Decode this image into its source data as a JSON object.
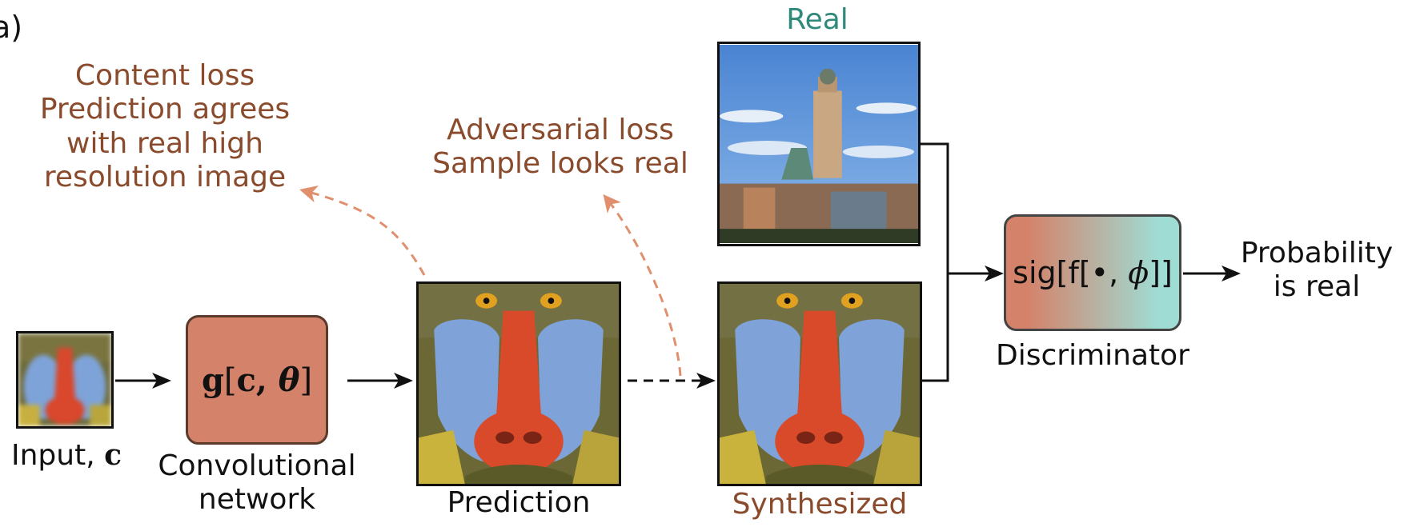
{
  "panel_label": "a)",
  "content_loss": {
    "lines": [
      "Content loss",
      "Prediction agrees",
      "with real high",
      "resolution image"
    ]
  },
  "adversarial_loss": {
    "lines": [
      "Adversarial loss",
      "Sample looks real"
    ]
  },
  "input_label": {
    "text": "Input, ",
    "var": "c"
  },
  "generator": {
    "math_fn": "g",
    "math_open": "[",
    "math_args": "c, ",
    "math_theta": "θ",
    "math_close": "]",
    "label_lines": [
      "Convolutional",
      "network"
    ]
  },
  "prediction_label": "Prediction",
  "real_label": "Real",
  "synthesized_label": "Synthesized",
  "discriminator": {
    "text": "sig[f[•, ",
    "phi": "ϕ",
    "close": "]]",
    "label": "Discriminator"
  },
  "output": {
    "lines": [
      "Probability",
      "is real"
    ]
  },
  "colors": {
    "brown": "#8a4a2c",
    "teal": "#2f8a7c",
    "box_orange": "#d4826a",
    "box_teal": "#9fdcd4",
    "arrow_dashed": "#e0906e"
  }
}
